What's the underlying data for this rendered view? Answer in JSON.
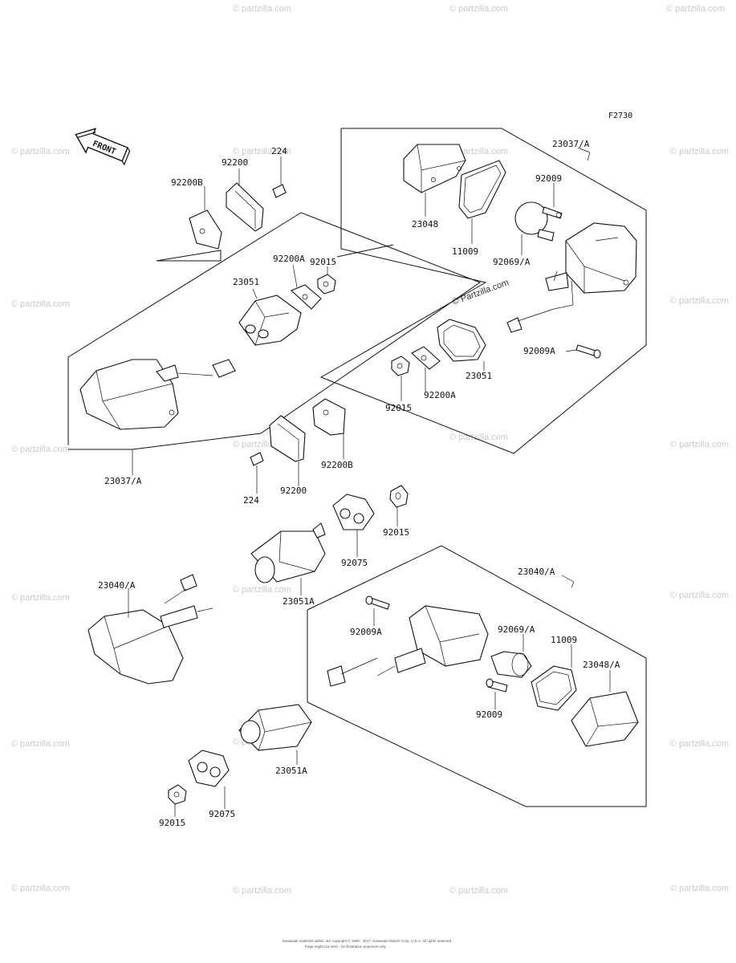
{
  "figure_code": "F2730",
  "front_label": "FRONT",
  "labels": {
    "l_23037A_top": "23037/A",
    "l_92009_top": "92009",
    "l_23048": "23048",
    "l_11009_top": "11009",
    "l_92069A_top": "92069/A",
    "l_92009A_right": "92009A",
    "l_23051_right": "23051",
    "l_92200A_right": "92200A",
    "l_92015_mid": "92015",
    "l_92200B_left": "92200B",
    "l_92200_left": "92200",
    "l_224_left": "224",
    "l_92015_upper": "92015",
    "l_92200A_left": "92200A",
    "l_23051_left": "23051",
    "l_23037A_left": "23037/A",
    "l_92200B_mid": "92200B",
    "l_92200_mid": "92200",
    "l_224_mid": "224",
    "l_92015_right": "92015",
    "l_92075_mid": "92075",
    "l_23051A_mid": "23051A",
    "l_23040A_left": "23040/A",
    "l_23040A_right": "23040/A",
    "l_92009A_lower": "92009A",
    "l_92069A_lower": "92069/A",
    "l_11009_lower": "11009",
    "l_23048A": "23048/A",
    "l_92009_lower": "92009",
    "l_23051A_lower": "23051A",
    "l_92015_bottom": "92015",
    "l_92075_bottom": "92075"
  },
  "watermark": "© Partzilla.com",
  "watermark_short": "© partzilla.com",
  "footer_line1": "Kawasaki materials within, are copyright © 1995 - 2017, Kawasaki Motors Corp, U.S.A. All rights reserved.",
  "footer_line2": "Page might not exist - for illustration purposes only"
}
